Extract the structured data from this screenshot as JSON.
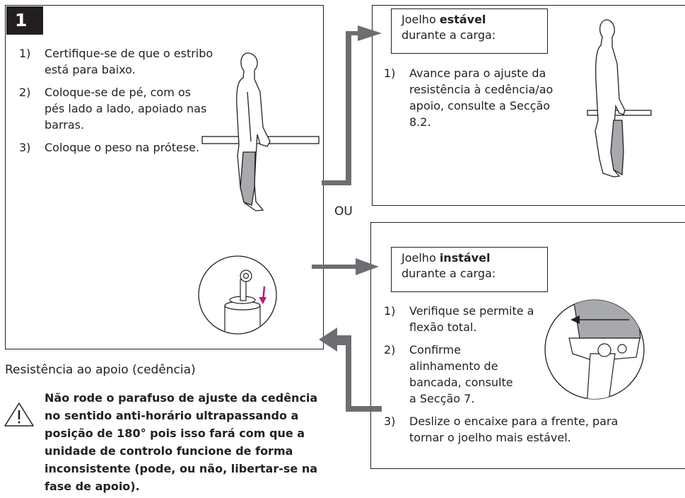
{
  "step": "1",
  "left_panel": {
    "items": [
      {
        "n": "1)",
        "text": "Certifique-se de que o estribo está para baixo."
      },
      {
        "n": "2)",
        "text": "Coloque-se de pé, com os pés lado a lado, apoiado nas barras."
      },
      {
        "n": "3)",
        "text": "Coloque o peso na prótese."
      }
    ]
  },
  "stable_panel": {
    "title_pre": "Joelho ",
    "title_bold": "estável",
    "title_post": "durante a carga:",
    "items": [
      {
        "n": "1)",
        "text": "Avance para o ajuste da resistência à cedência/ao apoio, consulte a Secção 8.2."
      }
    ]
  },
  "or_label": "OU",
  "unstable_panel": {
    "title_pre": "Joelho ",
    "title_bold": "instável",
    "title_post": "durante a carga:",
    "items": [
      {
        "n": "1)",
        "text": "Verifique se permite a flexão total."
      },
      {
        "n": "2)",
        "text": "Confirme alinhamento de bancada, consulte a Secção 7."
      },
      {
        "n": "3)",
        "text": "Deslize o encaixe para a frente, para tornar o joelho mais estável."
      }
    ]
  },
  "resistance": {
    "heading": "Resistência ao apoio (cedência)",
    "warning": "Não rode o parafuso de ajuste da cedência no sentido anti-horário ultrapassando a posição de 180° pois isso fará com que a unidade de controlo funcione de forma inconsistente (pode, ou não, libertar-se na fase de apoio)."
  },
  "colors": {
    "arrow": "#6d6e71",
    "line": "#231f20",
    "prosthesis": "#a7a9ac",
    "accent": "#c0157a"
  }
}
